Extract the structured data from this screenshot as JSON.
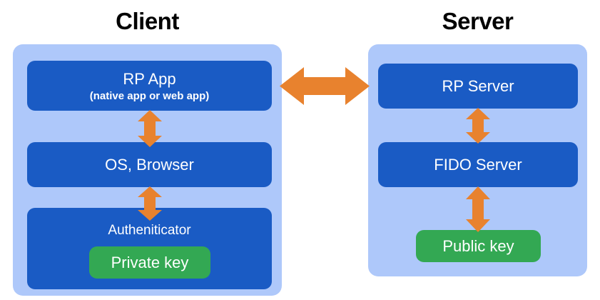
{
  "diagram": {
    "title_client": "Client",
    "title_server": "Server",
    "colors": {
      "panel_background": "#AEC8FA",
      "box_blue": "#1A5BC4",
      "key_green": "#33A853",
      "arrow_orange": "#E8822E",
      "title_text": "#000000",
      "box_text": "#FFFFFF",
      "canvas": "#FFFFFF"
    },
    "client": {
      "panel_label": "Client",
      "boxes": [
        {
          "id": "rp-app",
          "title": "RP App",
          "subtitle": "(native app or web app)"
        },
        {
          "id": "os-browser",
          "title": "OS, Browser",
          "subtitle": ""
        },
        {
          "id": "authenticator",
          "title": "Autheniticator",
          "subtitle": ""
        }
      ],
      "key_chip": {
        "id": "private-key",
        "label": "Private key",
        "color": "#33A853"
      }
    },
    "server": {
      "panel_label": "Server",
      "boxes": [
        {
          "id": "rp-server",
          "title": "RP Server",
          "subtitle": ""
        },
        {
          "id": "fido-server",
          "title": "FIDO Server",
          "subtitle": ""
        }
      ],
      "key_chip": {
        "id": "public-key",
        "label": "Public key",
        "color": "#33A853"
      }
    },
    "arrows": [
      {
        "id": "rp-app-to-os-browser",
        "direction": "vertical-bidirectional",
        "from": "RP App",
        "to": "OS, Browser"
      },
      {
        "id": "os-browser-to-authenticator",
        "direction": "vertical-bidirectional",
        "from": "OS, Browser",
        "to": "Autheniticator"
      },
      {
        "id": "client-to-server",
        "direction": "horizontal-bidirectional",
        "from": "RP App",
        "to": "RP Server"
      },
      {
        "id": "rp-server-to-fido-server",
        "direction": "vertical-bidirectional",
        "from": "RP Server",
        "to": "FIDO Server"
      },
      {
        "id": "fido-server-to-public-key",
        "direction": "vertical-bidirectional",
        "from": "FIDO Server",
        "to": "Public key"
      }
    ]
  }
}
